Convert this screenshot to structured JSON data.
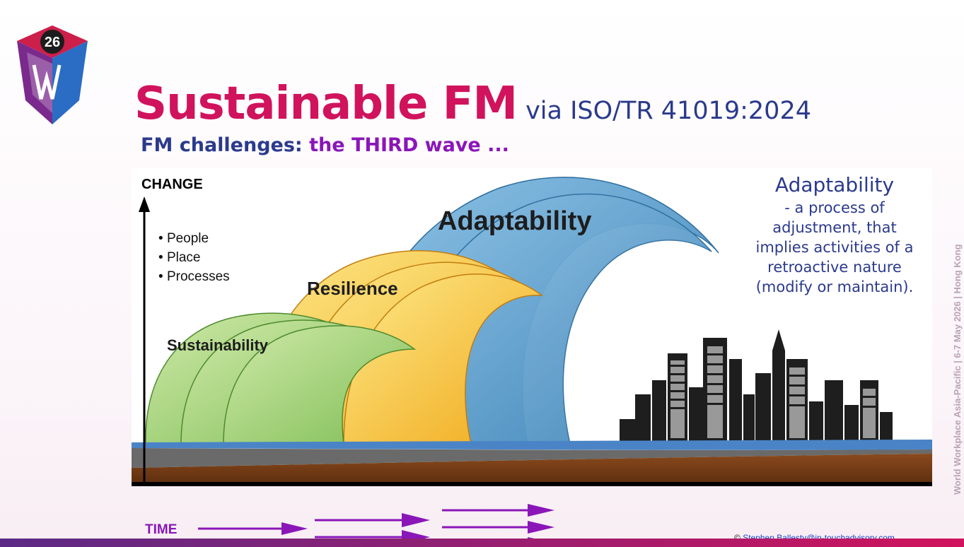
{
  "logo": {
    "icon": "wwap-26-badge",
    "text": "26"
  },
  "title": {
    "main": "Sustainable FM",
    "sub": "via ISO/TR 41019:2024"
  },
  "subtitle": {
    "prefix": "FM challenges:",
    "highlight": "the THIRD wave ..."
  },
  "diagram": {
    "y_axis_label": "CHANGE",
    "x_axis_label": "TIME",
    "bullets": [
      "People",
      "Place",
      "Processes"
    ],
    "waves": [
      "Sustainability",
      "Resilience",
      "Adaptability"
    ]
  },
  "definition": {
    "term": "Adaptability",
    "text": "- a process of adjustment, that implies activities of a retroactive nature (modify or maintain)."
  },
  "copyright": {
    "symbol": "©",
    "email": "Stephen.Ballesty@in-touchadvisory.com"
  },
  "side_text": "World Workplace Asia-Pacific | 6-7 May 2026 | Hong Kong",
  "colors": {
    "title": "#d0135c",
    "navy": "#2b3a8c",
    "purple": "#8a16b8"
  }
}
